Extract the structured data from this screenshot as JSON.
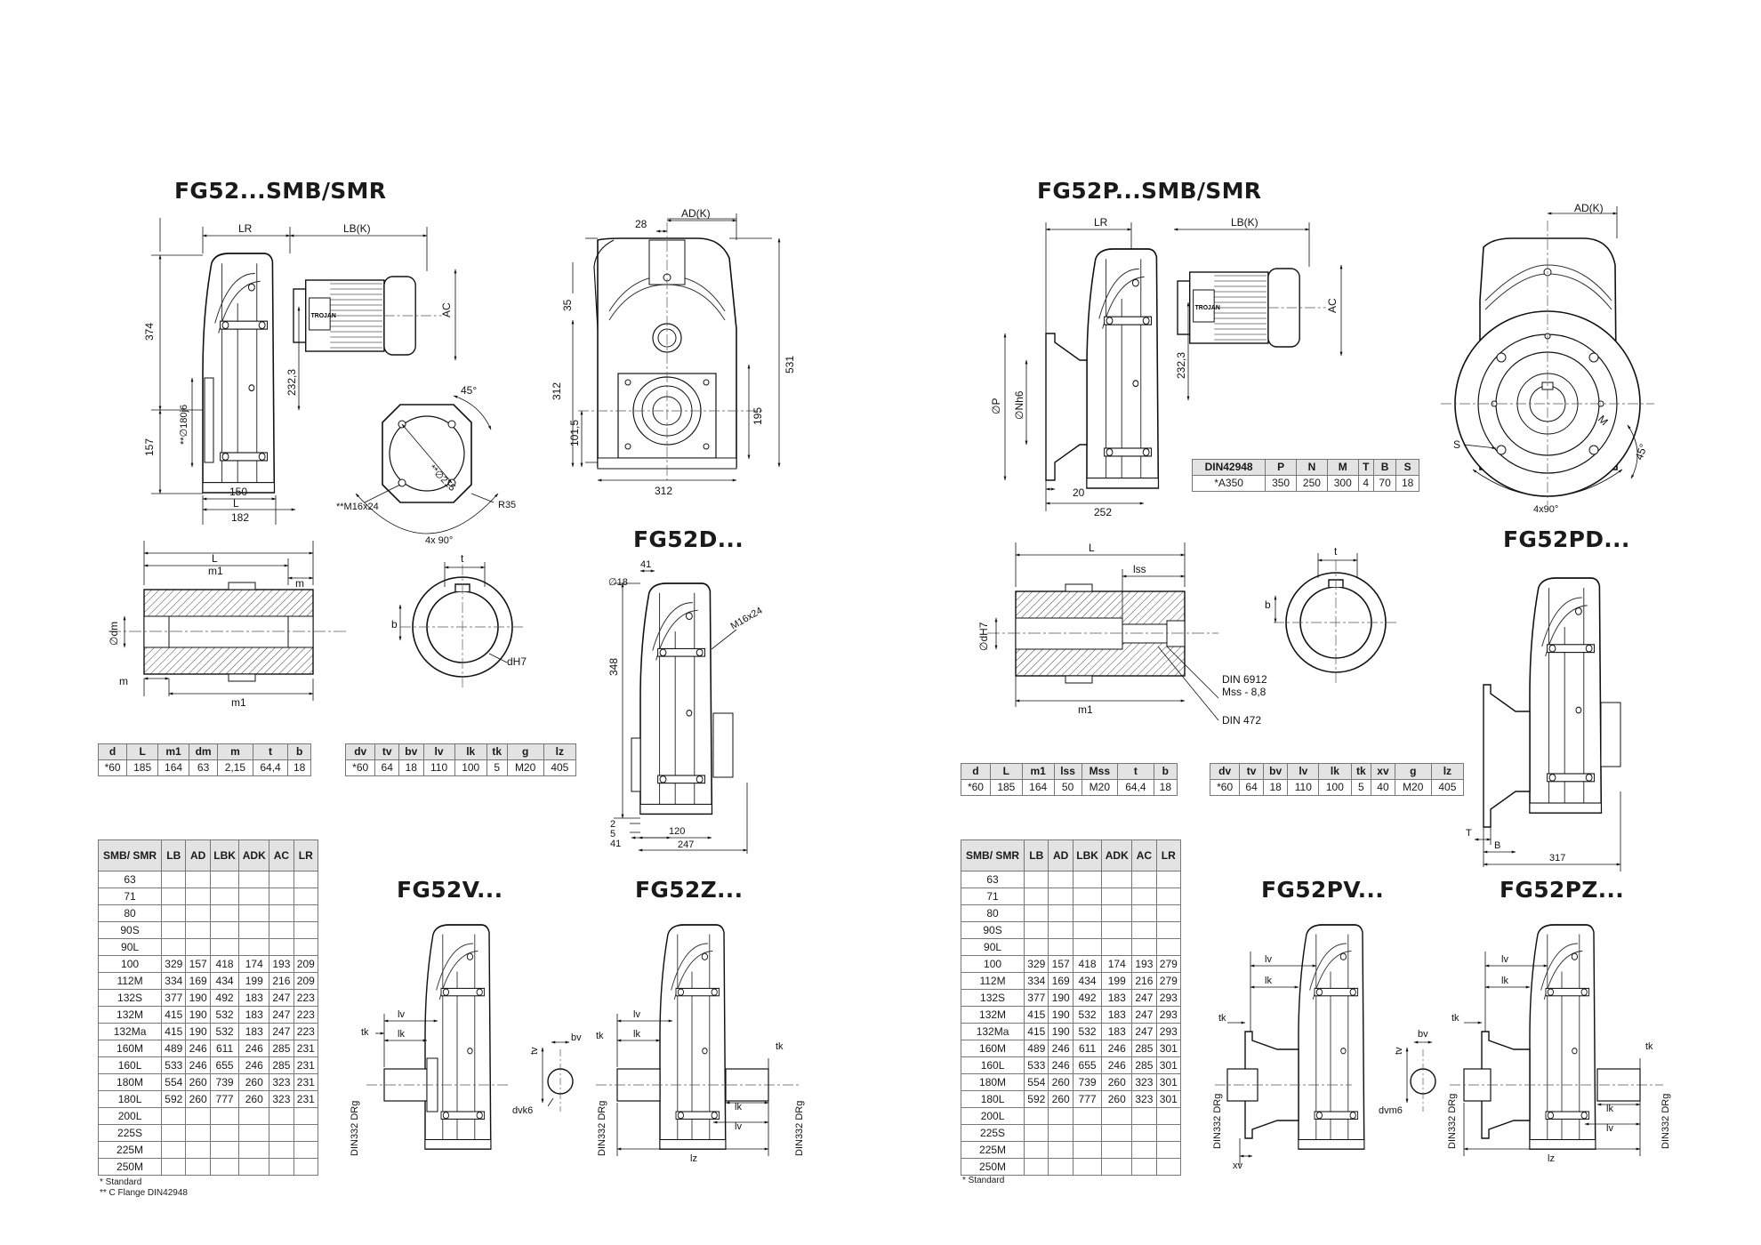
{
  "left": {
    "title_main": "FG52...SMB/SMR",
    "title_d": "FG52D...",
    "title_v": "FG52V...",
    "title_z": "FG52Z...",
    "main_dims": {
      "lr": "LR",
      "lbk": "LB(K)",
      "ac": "AC",
      "h374": "374",
      "h157": "157",
      "h2323": "232,3",
      "d180": "**∅180j6",
      "w150": "150",
      "wl": "L",
      "w182": "182",
      "ang45": "45°",
      "d215": "**∅215",
      "m16": "**M16x24",
      "r35": "R35",
      "x490": "4x 90°"
    },
    "front_dims": {
      "d28": "28",
      "adk": "AD(K)",
      "h35": "35",
      "h312": "312",
      "h1015": "101,5",
      "h531": "531",
      "h195": "195",
      "w312": "312"
    },
    "shaft_dims": {
      "L": "L",
      "m1": "m1",
      "m": "m",
      "dm": "∅dm",
      "m_b": "m",
      "m1_b": "m1",
      "t": "t",
      "b": "b",
      "dh7": "dH7"
    },
    "d_dims": {
      "d41": "41",
      "d18": "∅18",
      "m16": "M16x24",
      "h348": "348",
      "v2": "2",
      "v5": "5",
      "v41": "41",
      "w120": "120",
      "w247": "247"
    },
    "v_dims": {
      "lv": "lv",
      "lk": "lk",
      "tk": "tk",
      "tv": "tv",
      "bv": "bv",
      "dvk6": "dvk6",
      "din": "DIN332 DRg"
    },
    "z_dims": {
      "lv": "lv",
      "lk": "lk",
      "tk": "tk",
      "lz": "lz",
      "din": "DIN332 DRg"
    },
    "table1": {
      "headers": [
        "d",
        "L",
        "m1",
        "dm",
        "m",
        "t",
        "b"
      ],
      "row": [
        "*60",
        "185",
        "164",
        "63",
        "2,15",
        "64,4",
        "18"
      ]
    },
    "table2": {
      "headers": [
        "dv",
        "tv",
        "bv",
        "lv",
        "lk",
        "tk",
        "g",
        "lz"
      ],
      "row": [
        "*60",
        "64",
        "18",
        "110",
        "100",
        "5",
        "M20",
        "405"
      ]
    },
    "big_table": {
      "headers": [
        "SMB/ SMR",
        "LB",
        "AD",
        "LBK",
        "ADK",
        "AC",
        "LR"
      ],
      "rows": [
        [
          "63",
          "",
          "",
          "",
          "",
          "",
          ""
        ],
        [
          "71",
          "",
          "",
          "",
          "",
          "",
          ""
        ],
        [
          "80",
          "",
          "",
          "",
          "",
          "",
          ""
        ],
        [
          "90S",
          "",
          "",
          "",
          "",
          "",
          ""
        ],
        [
          "90L",
          "",
          "",
          "",
          "",
          "",
          ""
        ],
        [
          "100",
          "329",
          "157",
          "418",
          "174",
          "193",
          "209"
        ],
        [
          "112M",
          "334",
          "169",
          "434",
          "199",
          "216",
          "209"
        ],
        [
          "132S",
          "377",
          "190",
          "492",
          "183",
          "247",
          "223"
        ],
        [
          "132M",
          "415",
          "190",
          "532",
          "183",
          "247",
          "223"
        ],
        [
          "132Ma",
          "415",
          "190",
          "532",
          "183",
          "247",
          "223"
        ],
        [
          "160M",
          "489",
          "246",
          "611",
          "246",
          "285",
          "231"
        ],
        [
          "160L",
          "533",
          "246",
          "655",
          "246",
          "285",
          "231"
        ],
        [
          "180M",
          "554",
          "260",
          "739",
          "260",
          "323",
          "231"
        ],
        [
          "180L",
          "592",
          "260",
          "777",
          "260",
          "323",
          "231"
        ],
        [
          "200L",
          "",
          "",
          "",
          "",
          "",
          ""
        ],
        [
          "225S",
          "",
          "",
          "",
          "",
          "",
          ""
        ],
        [
          "225M",
          "",
          "",
          "",
          "",
          "",
          ""
        ],
        [
          "250M",
          "",
          "",
          "",
          "",
          "",
          ""
        ]
      ]
    },
    "note1": "* Standard",
    "note2": "** C Flange DIN42948"
  },
  "right": {
    "title_main": "FG52P...SMB/SMR",
    "title_pd": "FG52PD...",
    "title_pv": "FG52PV...",
    "title_pz": "FG52PZ...",
    "main_dims": {
      "lr": "LR",
      "lbk": "LB(K)",
      "ac": "AC",
      "h2323": "232,3",
      "dp": "∅P",
      "dn": "∅Nh6",
      "w20": "20",
      "w252": "252"
    },
    "front_dims": {
      "adk": "AD(K)",
      "s": "S",
      "m": "M",
      "ang45": "45°",
      "x490": "4x90°"
    },
    "flange_table": {
      "headers": [
        "DIN42948",
        "P",
        "N",
        "M",
        "T",
        "B",
        "S"
      ],
      "row": [
        "*A350",
        "350",
        "250",
        "300",
        "4",
        "70",
        "18"
      ]
    },
    "shaft_dims": {
      "L": "L",
      "lss": "lss",
      "dh7": "∅dH7",
      "m1": "m1",
      "din6912": "DIN 6912",
      "mss": "Mss - 8,8",
      "din472": "DIN 472",
      "t": "t",
      "b": "b"
    },
    "pd_dims": {
      "T": "T",
      "B": "B",
      "w317": "317"
    },
    "pv_dims": {
      "lv": "lv",
      "lk": "lk",
      "tk": "tk",
      "tv": "tv",
      "bv": "bv",
      "dvm6": "dvm6",
      "xv": "xv",
      "din": "DIN332 DRg"
    },
    "pz_dims": {
      "lv": "lv",
      "lk": "lk",
      "tk": "tk",
      "lz": "lz",
      "din": "DIN332 DRg"
    },
    "table1": {
      "headers": [
        "d",
        "L",
        "m1",
        "lss",
        "Mss",
        "t",
        "b"
      ],
      "row": [
        "*60",
        "185",
        "164",
        "50",
        "M20",
        "64,4",
        "18"
      ]
    },
    "table2": {
      "headers": [
        "dv",
        "tv",
        "bv",
        "lv",
        "lk",
        "tk",
        "xv",
        "g",
        "lz"
      ],
      "row": [
        "*60",
        "64",
        "18",
        "110",
        "100",
        "5",
        "40",
        "M20",
        "405"
      ]
    },
    "big_table": {
      "headers": [
        "SMB/ SMR",
        "LB",
        "AD",
        "LBK",
        "ADK",
        "AC",
        "LR"
      ],
      "rows": [
        [
          "63",
          "",
          "",
          "",
          "",
          "",
          ""
        ],
        [
          "71",
          "",
          "",
          "",
          "",
          "",
          ""
        ],
        [
          "80",
          "",
          "",
          "",
          "",
          "",
          ""
        ],
        [
          "90S",
          "",
          "",
          "",
          "",
          "",
          ""
        ],
        [
          "90L",
          "",
          "",
          "",
          "",
          "",
          ""
        ],
        [
          "100",
          "329",
          "157",
          "418",
          "174",
          "193",
          "279"
        ],
        [
          "112M",
          "334",
          "169",
          "434",
          "199",
          "216",
          "279"
        ],
        [
          "132S",
          "377",
          "190",
          "492",
          "183",
          "247",
          "293"
        ],
        [
          "132M",
          "415",
          "190",
          "532",
          "183",
          "247",
          "293"
        ],
        [
          "132Ma",
          "415",
          "190",
          "532",
          "183",
          "247",
          "293"
        ],
        [
          "160M",
          "489",
          "246",
          "611",
          "246",
          "285",
          "301"
        ],
        [
          "160L",
          "533",
          "246",
          "655",
          "246",
          "285",
          "301"
        ],
        [
          "180M",
          "554",
          "260",
          "739",
          "260",
          "323",
          "301"
        ],
        [
          "180L",
          "592",
          "260",
          "777",
          "260",
          "323",
          "301"
        ],
        [
          "200L",
          "",
          "",
          "",
          "",
          "",
          ""
        ],
        [
          "225S",
          "",
          "",
          "",
          "",
          "",
          ""
        ],
        [
          "225M",
          "",
          "",
          "",
          "",
          "",
          ""
        ],
        [
          "250M",
          "",
          "",
          "",
          "",
          "",
          ""
        ]
      ]
    },
    "note1": "* Standard"
  }
}
